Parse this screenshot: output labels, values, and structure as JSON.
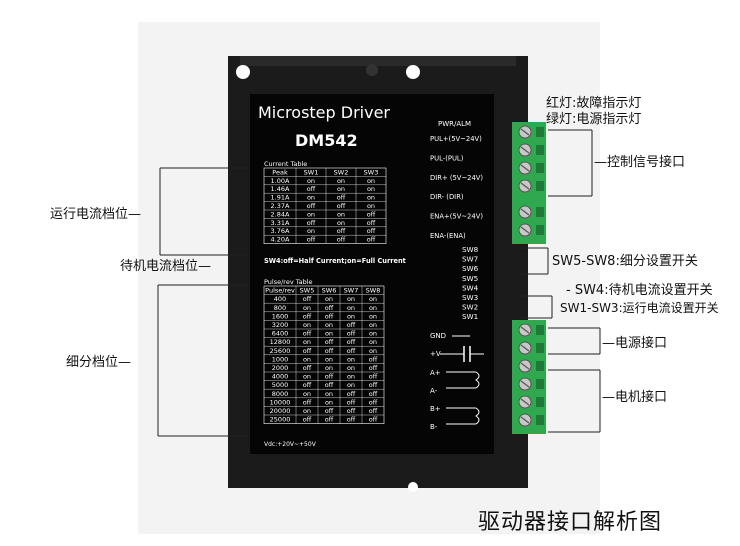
{
  "device": {
    "brand_title": "Microstep Driver",
    "model": "DM542",
    "pwr_alm": "PWR/ALM",
    "vdc": "Vdc:+20V~+50V",
    "current_table_title": "Current Table",
    "current_table_headers": [
      "Peak",
      "SW1",
      "SW2",
      "SW3"
    ],
    "current_table_rows": [
      [
        "1.00A",
        "on",
        "on",
        "on"
      ],
      [
        "1.46A",
        "off",
        "on",
        "on"
      ],
      [
        "1.91A",
        "on",
        "off",
        "on"
      ],
      [
        "2.37A",
        "off",
        "off",
        "on"
      ],
      [
        "2.84A",
        "on",
        "on",
        "off"
      ],
      [
        "3.31A",
        "off",
        "on",
        "off"
      ],
      [
        "3.76A",
        "on",
        "off",
        "off"
      ],
      [
        "4.20A",
        "off",
        "off",
        "off"
      ]
    ],
    "sw4_note": "SW4:off=Half Current;on=Full Current",
    "pulse_table_title": "Pulse/rev Table",
    "pulse_table_headers": [
      "Pulse/rev",
      "SW5",
      "SW6",
      "SW7",
      "SW8"
    ],
    "pulse_table_rows": [
      [
        "400",
        "off",
        "on",
        "on",
        "on"
      ],
      [
        "800",
        "on",
        "off",
        "on",
        "on"
      ],
      [
        "1600",
        "off",
        "off",
        "on",
        "on"
      ],
      [
        "3200",
        "on",
        "on",
        "off",
        "on"
      ],
      [
        "6400",
        "off",
        "on",
        "off",
        "on"
      ],
      [
        "12800",
        "on",
        "off",
        "off",
        "on"
      ],
      [
        "25600",
        "off",
        "off",
        "off",
        "on"
      ],
      [
        "1000",
        "on",
        "on",
        "on",
        "off"
      ],
      [
        "2000",
        "off",
        "on",
        "on",
        "off"
      ],
      [
        "4000",
        "on",
        "off",
        "on",
        "off"
      ],
      [
        "5000",
        "off",
        "off",
        "on",
        "off"
      ],
      [
        "8000",
        "on",
        "on",
        "off",
        "off"
      ],
      [
        "10000",
        "off",
        "on",
        "off",
        "off"
      ],
      [
        "20000",
        "on",
        "off",
        "off",
        "off"
      ],
      [
        "25000",
        "off",
        "off",
        "off",
        "off"
      ]
    ],
    "signal_terminals": [
      "PUL+(5V~24V)",
      "PUL-(PUL)",
      "DIR+ (5V~24V)",
      "DIR- (DIR)",
      "ENA+(5V~24V)",
      "ENA-(ENA)"
    ],
    "switches": [
      "SW8",
      "SW7",
      "SW6",
      "SW5",
      "SW4",
      "SW3",
      "SW2",
      "SW1"
    ],
    "power_terminals": [
      "GND",
      "+V"
    ],
    "motor_terminals": [
      "A+",
      "A-",
      "B+",
      "B-"
    ]
  },
  "annotations": {
    "left_running_current": "运行电流档位—",
    "left_standby_current": "待机电流档位—",
    "left_microstep": "细分档位—",
    "right_red_led": "红灯:故障指示灯",
    "right_green_led": "绿灯:电源指示灯",
    "right_control_port": "—控制信号接口",
    "right_sw5_sw8": "SW5-SW8:细分设置开关",
    "right_sw4": "- SW4:待机电流设置开关",
    "right_sw1_sw3": "SW1-SW3:运行电流设置开关",
    "right_power_port": "—电源接口",
    "right_motor_port": "—电机接口",
    "caption": "驱动器接口解析图"
  },
  "colors": {
    "housing": "#1b1b1b",
    "panel": "#050505",
    "terminal_green": "#2fa84f",
    "screw": "#c8c8c8"
  }
}
